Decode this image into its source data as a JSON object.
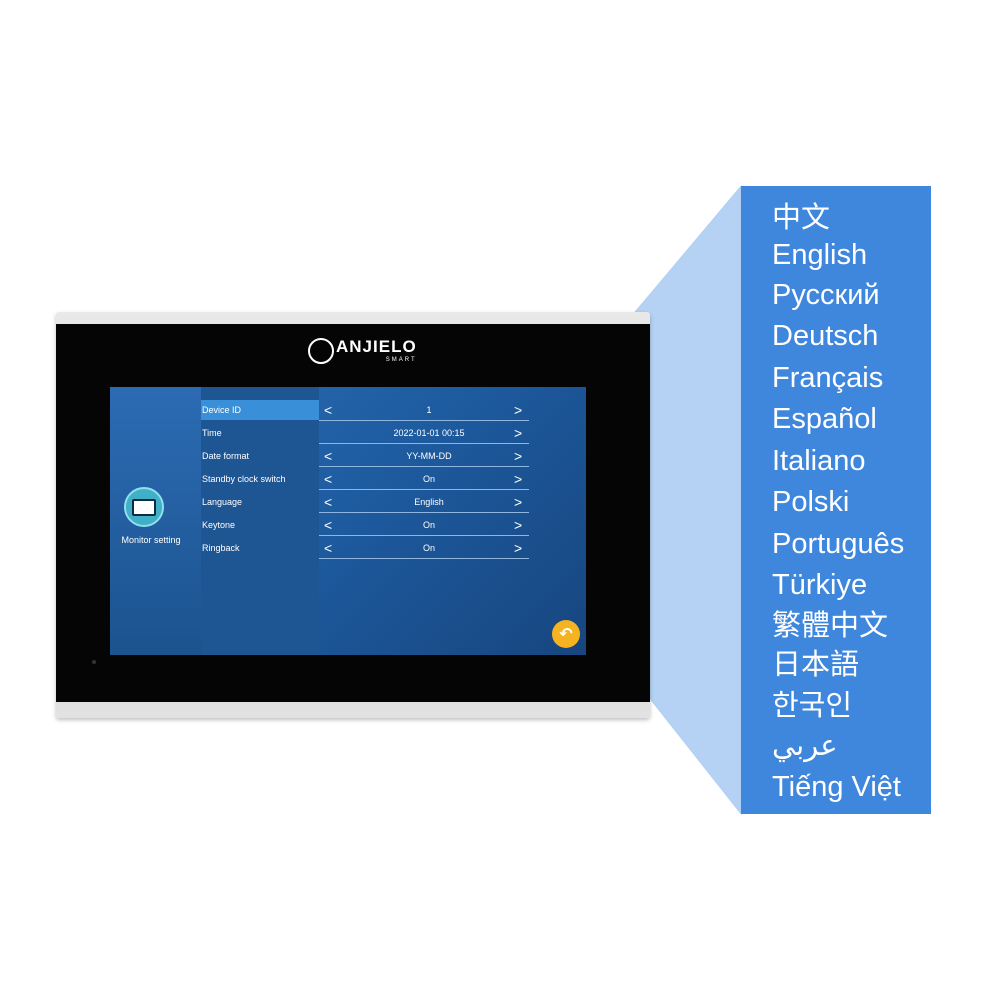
{
  "brand": {
    "name": "ANJIELO",
    "sub": "SMART"
  },
  "sidebar": {
    "label": "Monitor setting",
    "icon": "monitor-icon"
  },
  "menu": [
    {
      "label": "Device ID",
      "value": "1"
    },
    {
      "label": "Time",
      "value": "2022-01-01  00:15"
    },
    {
      "label": "Date format",
      "value": "YY-MM-DD"
    },
    {
      "label": "Standby clock switch",
      "value": "On"
    },
    {
      "label": "Language",
      "value": "English"
    },
    {
      "label": "Keytone",
      "value": "On"
    },
    {
      "label": "Ringback",
      "value": "On"
    }
  ],
  "arrows": {
    "left": "<",
    "right": ">"
  },
  "back_icon": "back-arrow-icon",
  "colors": {
    "panel": "#3f86dd",
    "screen": "#1d5a9e",
    "accent": "#f5b321",
    "active_row": "#3a8fd9"
  },
  "languages": [
    "中文",
    "English",
    "Русский",
    "Deutsch",
    "Français",
    "Español",
    "Italiano",
    "Polski",
    "Português",
    "Türkiye",
    "繁體中文",
    "日本語",
    "한국인",
    "عربي",
    "Tiếng Việt"
  ]
}
